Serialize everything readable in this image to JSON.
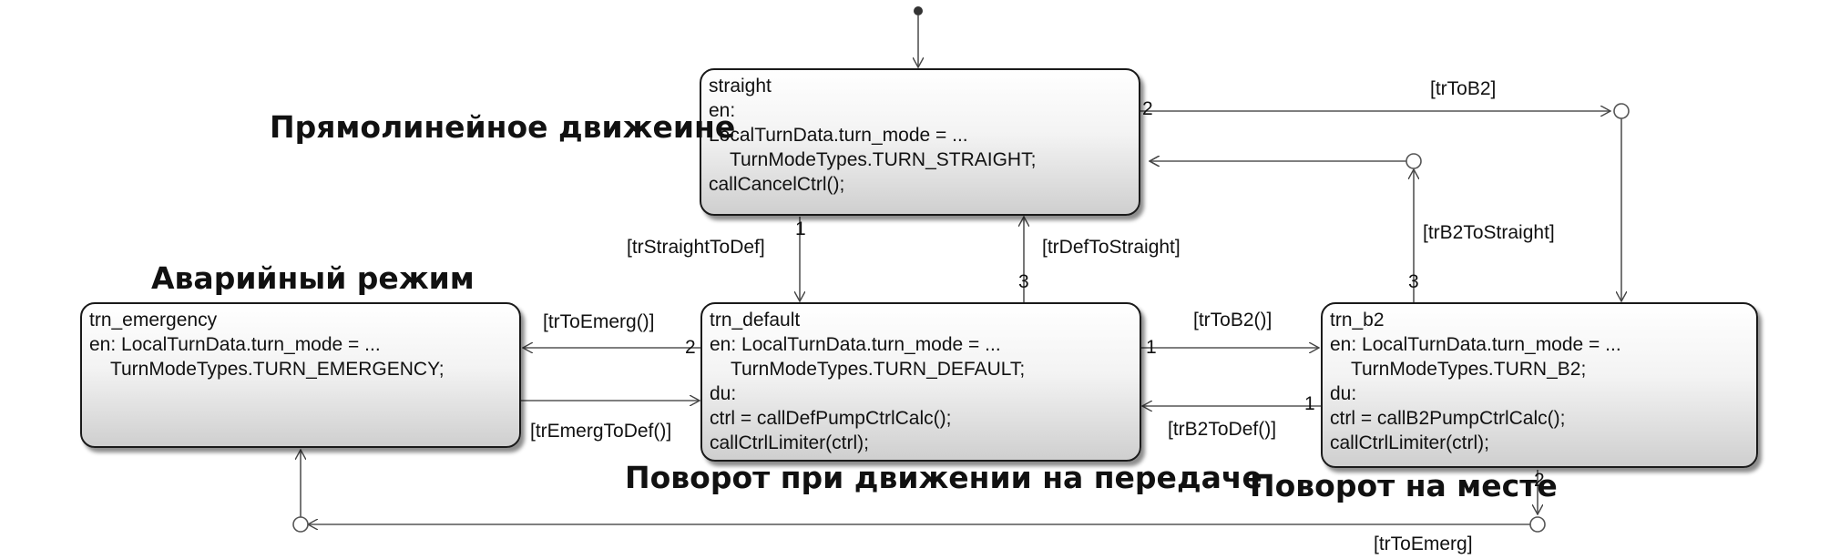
{
  "states": {
    "straight": {
      "name": "straight",
      "lines": [
        "en:",
        "LocalTurnData.turn_mode = ...",
        "    TurnModeTypes.TURN_STRAIGHT;",
        "callCancelCtrl();"
      ]
    },
    "trn_emergency": {
      "name": "trn_emergency",
      "lines": [
        "en: LocalTurnData.turn_mode = ...",
        "    TurnModeTypes.TURN_EMERGENCY;"
      ]
    },
    "trn_default": {
      "name": "trn_default",
      "lines": [
        "en: LocalTurnData.turn_mode = ...",
        "    TurnModeTypes.TURN_DEFAULT;",
        "du:",
        "ctrl = callDefPumpCtrlCalc();",
        "callCtrlLimiter(ctrl);"
      ]
    },
    "trn_b2": {
      "name": "trn_b2",
      "lines": [
        "en: LocalTurnData.turn_mode = ...",
        "    TurnModeTypes.TURN_B2;",
        "du:",
        "ctrl = callB2PumpCtrlCalc();",
        "callCtrlLimiter(ctrl);"
      ]
    }
  },
  "captions": {
    "straight": "Прямолинейное движеине",
    "emergency": "Аварийный режим",
    "default": "Поворот при движении на передаче",
    "b2": "Поворот на месте"
  },
  "transitions": {
    "trToB2_top": "[trToB2]",
    "trStraightToDef": "[trStraightToDef]",
    "trDefToStraight": "[trDefToStraight]",
    "trB2ToStraight": "[trB2ToStraight]",
    "trToEmerg_def": "[trToEmerg()]",
    "trEmergToDef": "[trEmergToDef()]",
    "trToB2_def": "[trToB2()]",
    "trB2ToDef": "[trB2ToDef()]",
    "trToEmerg_b2": "[trToEmerg]"
  },
  "priorities": {
    "straight_to_b2": "2",
    "straight_to_default": "1",
    "default_to_straight": "3",
    "b2_to_straight": "3",
    "default_to_emergency": "2",
    "default_to_b2": "1",
    "b2_to_default": "1",
    "b2_to_emergency": "2"
  }
}
